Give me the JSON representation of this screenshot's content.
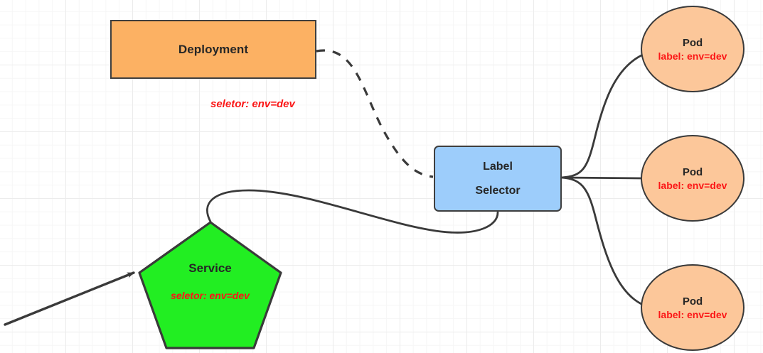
{
  "diagram": {
    "title": "Kubernetes Label Selector Diagram",
    "background": "#ffffff",
    "grid_color": "#ececec",
    "edge_color": "#3a3a3a"
  },
  "nodes": {
    "deployment": {
      "label": "Deployment",
      "shape": "rectangle",
      "fill": "#fcb163",
      "stroke": "#3f3f3f"
    },
    "label_selector": {
      "line1": "Label",
      "line2": "Selector",
      "shape": "rounded-rectangle",
      "fill": "#9dcdfb",
      "stroke": "#3f3f3f"
    },
    "service": {
      "label": "Service",
      "sublabel": "seletor:  env=dev",
      "shape": "pentagon",
      "fill": "#22ee22",
      "stroke": "#3a3a3a",
      "sublabel_color": "#fb1616"
    },
    "pods": [
      {
        "label": "Pod",
        "sublabel": "label: env=dev",
        "shape": "ellipse",
        "fill": "#fcc79a",
        "stroke": "#3a3a3a"
      },
      {
        "label": "Pod",
        "sublabel": "label: env=dev",
        "shape": "ellipse",
        "fill": "#fcc79a",
        "stroke": "#3a3a3a"
      },
      {
        "label": "Pod",
        "sublabel": "label: env=dev",
        "shape": "ellipse",
        "fill": "#fcc79a",
        "stroke": "#3a3a3a"
      }
    ]
  },
  "annotations": {
    "deployment_selector": "seletor:  env=dev"
  },
  "edges": [
    {
      "name": "deployment-to-label-selector",
      "from": "deployment",
      "to": "label_selector",
      "style": "dashed",
      "arrow": false
    },
    {
      "name": "service-to-label-selector",
      "from": "service",
      "to": "label_selector",
      "style": "solid",
      "arrow": false
    },
    {
      "name": "label-selector-to-pod-1",
      "from": "label_selector",
      "to": "pod-0",
      "style": "solid",
      "arrow": false
    },
    {
      "name": "label-selector-to-pod-2",
      "from": "label_selector",
      "to": "pod-1",
      "style": "solid",
      "arrow": false
    },
    {
      "name": "label-selector-to-pod-3",
      "from": "label_selector",
      "to": "pod-2",
      "style": "solid",
      "arrow": false
    },
    {
      "name": "incoming-traffic-to-service",
      "from": "external",
      "to": "service",
      "style": "solid",
      "arrow": true
    }
  ]
}
